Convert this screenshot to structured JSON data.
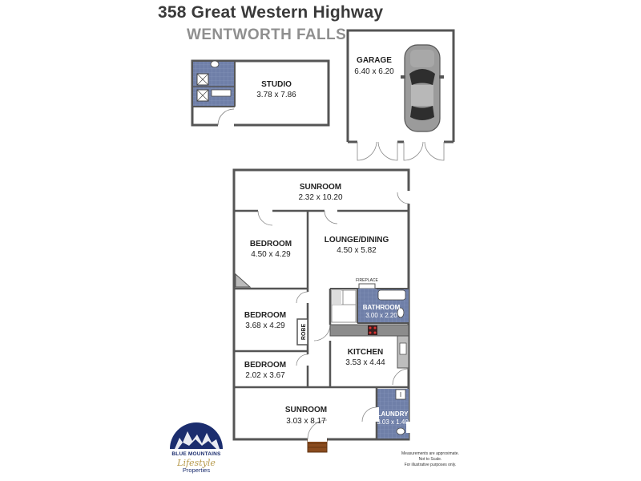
{
  "header": {
    "address": "358 Great Western Highway",
    "suburb": "WENTWORTH FALLS"
  },
  "rooms": {
    "studio": {
      "name": "STUDIO",
      "dims": "3.78 x 7.86"
    },
    "garage": {
      "name": "GARAGE",
      "dims": "6.40 x 6.20"
    },
    "sunroom_top": {
      "name": "SUNROOM",
      "dims": "2.32 x 10.20"
    },
    "bedroom_1": {
      "name": "BEDROOM",
      "dims": "4.50 x 4.29"
    },
    "lounge_dining": {
      "name": "LOUNGE/DINING",
      "dims": "4.50 x 5.82"
    },
    "bedroom_2": {
      "name": "BEDROOM",
      "dims": "3.68 x 4.29"
    },
    "robe": {
      "name": "ROBE"
    },
    "bathroom": {
      "name": "BATHROOM",
      "dims": "3.00 x 2.20"
    },
    "kitchen": {
      "name": "KITCHEN",
      "dims": "3.53 x 4.44"
    },
    "bedroom_3": {
      "name": "BEDROOM",
      "dims": "2.02 x 3.67"
    },
    "sunroom_bottom": {
      "name": "SUNROOM",
      "dims": "3.03 x 8.17"
    },
    "laundry": {
      "name": "LAUNDRY",
      "dims": "3.03 x 1.40"
    },
    "fireplace": {
      "name": "FIREPLACE"
    }
  },
  "disclaimer": {
    "line1": "Measurements are approximate. Not to Scale.",
    "line2": "For illustrative purposes only."
  },
  "logo": {
    "line1": "BLUE MOUNTAINS",
    "line2": "Lifestyle",
    "line3": "Properties"
  },
  "colors": {
    "wall": "#555555",
    "wet_area": "#6f7fa8",
    "title": "#3a3a3a",
    "subtitle": "#8f8f8f",
    "logo_blue": "#1b2d6e",
    "logo_gold": "#b79a4c",
    "step": "#8a4b1e"
  }
}
